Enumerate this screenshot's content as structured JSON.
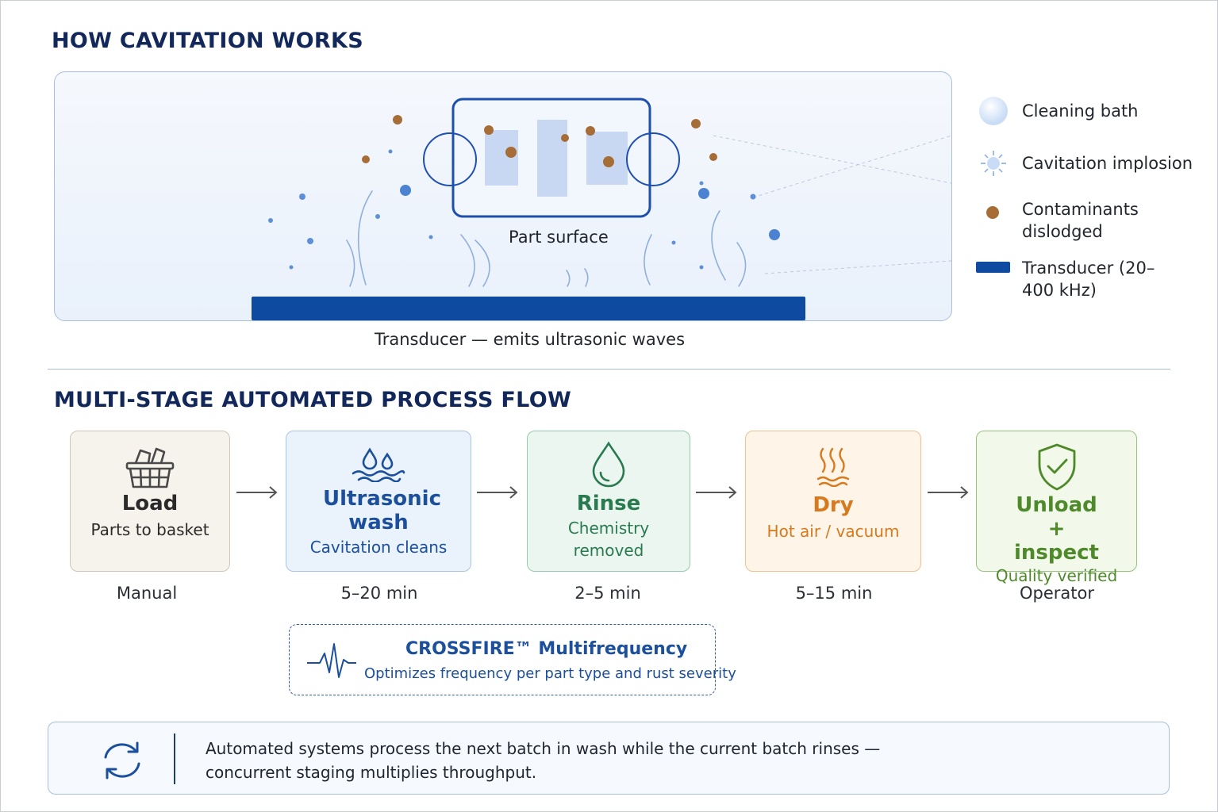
{
  "sections": {
    "cavitation_title": "HOW CAVITATION WORKS",
    "process_title": "MULTI-STAGE AUTOMATED PROCESS FLOW"
  },
  "cavitation": {
    "part_label": "Part surface",
    "transducer_caption": "Transducer — emits ultrasonic waves"
  },
  "legend": [
    {
      "label": "Cleaning bath",
      "icon": "bubble-icon"
    },
    {
      "label": "Cavitation implosion",
      "icon": "burst-icon"
    },
    {
      "label": "Contaminants dislodged",
      "icon": "particle-icon"
    },
    {
      "label": "Transducer (20–400 kHz)",
      "icon": "transducer-bar-icon"
    }
  ],
  "stages": [
    {
      "title": "Load",
      "subtitle": "Parts to basket",
      "time": "Manual",
      "icon": "basket-icon"
    },
    {
      "title": "Ultrasonic wash",
      "subtitle": "Cavitation cleans",
      "time": "5–20 min",
      "icon": "droplets-waves-icon"
    },
    {
      "title": "Rinse",
      "subtitle": "Chemistry removed",
      "time": "2–5 min",
      "icon": "droplet-icon"
    },
    {
      "title": "Dry",
      "subtitle": "Hot air / vacuum",
      "time": "5–15 min",
      "icon": "heat-waves-icon"
    },
    {
      "title": "Unload + inspect",
      "subtitle": "Quality verified",
      "time": "Operator",
      "icon": "shield-check-icon"
    }
  ],
  "crossfire": {
    "title": "CROSSFIRE™ Multifrequency",
    "subtitle": "Optimizes frequency per part type and rust severity",
    "icon": "waveform-icon"
  },
  "note": {
    "line1": "Automated systems process the next batch in wash while the current batch rinses —",
    "line2": "concurrent staging multiplies throughput.",
    "icon": "cycle-arrows-icon"
  },
  "colors": {
    "navy": "#13285a",
    "transducer": "#0d4aa0",
    "load": "#4a4a4a",
    "wash": "#1c4f9c",
    "rinse": "#2a7a50",
    "dry": "#d77a1e",
    "unload": "#4f8a2a"
  }
}
